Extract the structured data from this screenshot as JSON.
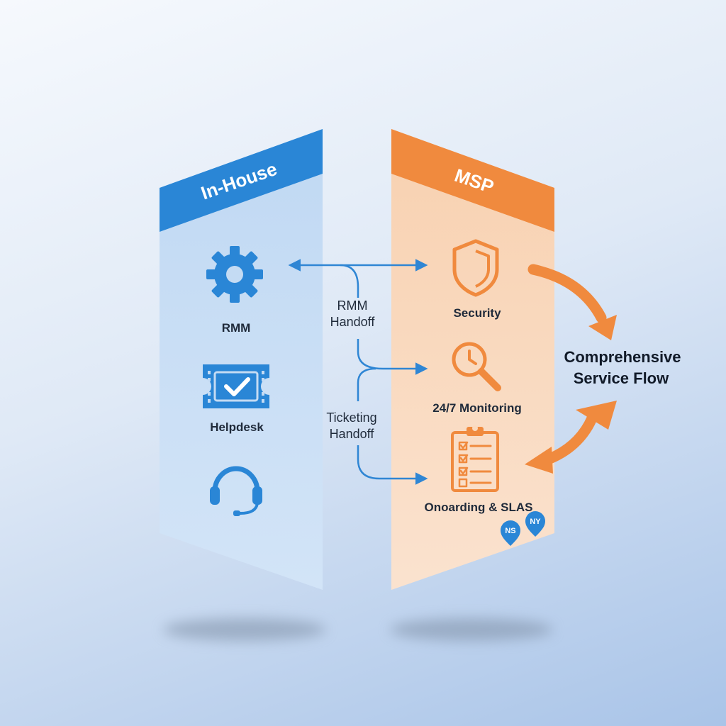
{
  "in_house": {
    "title": "In-House",
    "items": [
      {
        "label": "RMM",
        "icon": "gear-icon"
      },
      {
        "label": "Helpdesk",
        "icon": "ticket-icon"
      },
      {
        "label": "",
        "icon": "headset-icon"
      }
    ]
  },
  "msp": {
    "title": "MSP",
    "items": [
      {
        "label": "Security",
        "icon": "shield-icon"
      },
      {
        "label": "24/7 Monitoring",
        "icon": "magnifier-clock-icon"
      },
      {
        "label": "Onoarding & SLAS",
        "icon": "clipboard-checklist-icon"
      }
    ],
    "badges": [
      "NS",
      "NY"
    ]
  },
  "handoffs": [
    {
      "line1": "RMM",
      "line2": "Handoff"
    },
    {
      "line1": "Ticketing",
      "line2": "Handoff"
    }
  ],
  "flow": {
    "line1": "Comprehensive",
    "line2": "Service Flow"
  },
  "colors": {
    "blue": "#2a86d6",
    "blue_panel": "#c7ddf4",
    "orange": "#f08a3e",
    "orange_panel": "#fbd9bd",
    "arrow_blue": "#2f86d4",
    "arrow_orange": "#f08a3e"
  }
}
